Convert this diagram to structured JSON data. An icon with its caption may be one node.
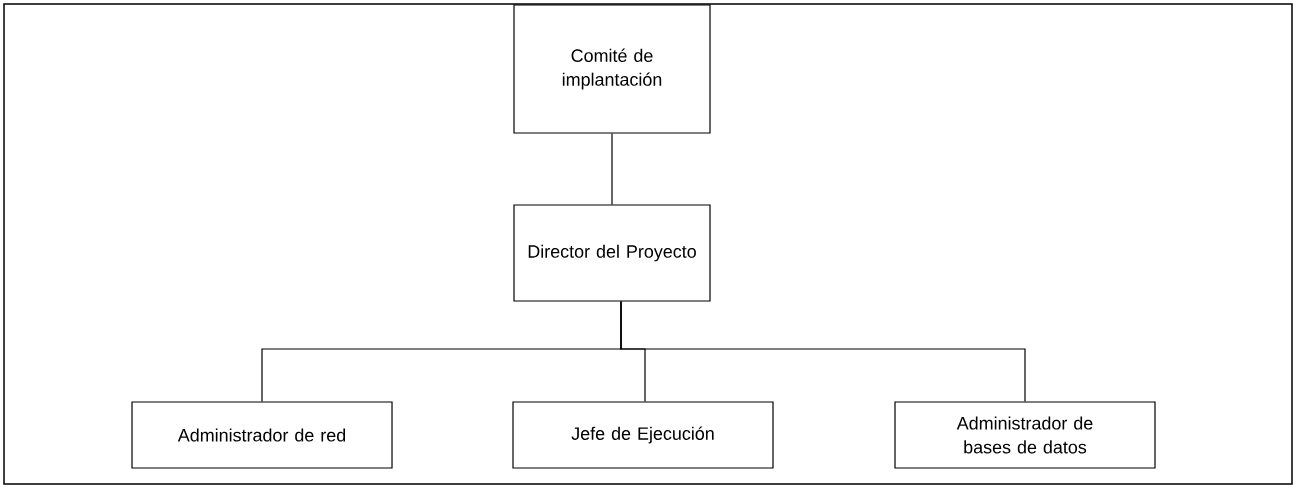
{
  "diagram": {
    "nodes": [
      {
        "text": [
          "Comité de implantación"
        ]
      },
      {
        "text": [
          "Director del Proyecto"
        ]
      },
      {
        "text": [
          "Administrador de red"
        ]
      },
      {
        "text": [
          "Jefe de Ejecución"
        ]
      },
      {
        "text": [
          "Administrador de bases de datos"
        ]
      }
    ],
    "edges": [
      {
        "from": 0,
        "to": 1,
        "arrow": "none"
      },
      {
        "from": 1,
        "to": 2,
        "arrow": "none"
      },
      {
        "from": 1,
        "to": 3,
        "arrow": "none"
      },
      {
        "from": 1,
        "to": 4,
        "arrow": "none"
      }
    ]
  }
}
